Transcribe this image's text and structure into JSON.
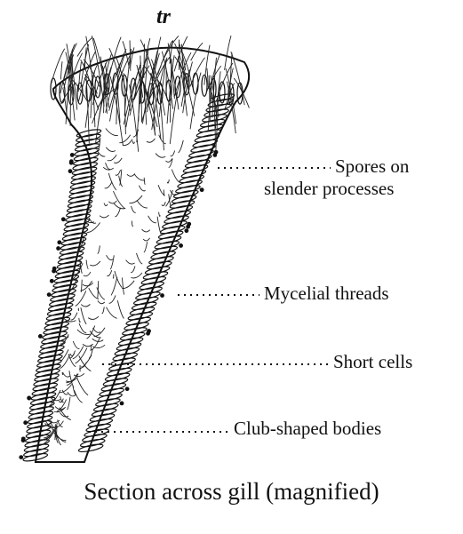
{
  "figure": {
    "top_mark": "tr",
    "labels": {
      "spores_line1": "Spores on",
      "spores_line2": "slender processes",
      "mycelial": "Mycelial threads",
      "short_cells": "Short cells",
      "club": "Club-shaped bodies"
    },
    "caption": "Section across gill (magnified)"
  }
}
